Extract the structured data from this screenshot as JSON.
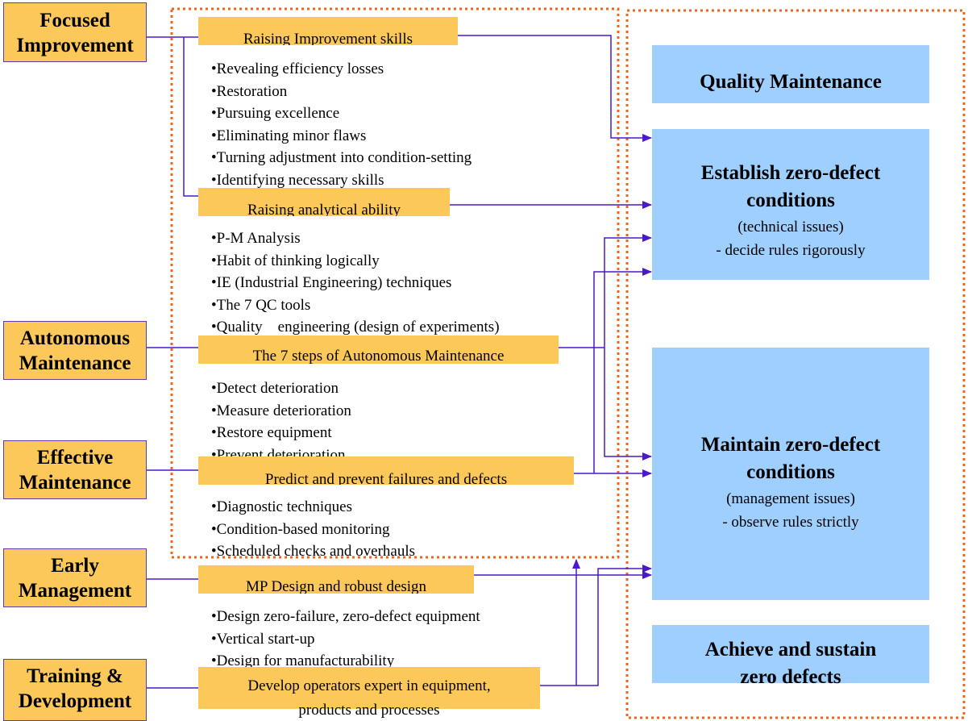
{
  "pillars": {
    "focused": [
      "Focused",
      "Improvement"
    ],
    "autonomous": [
      "Autonomous",
      "Maintenance"
    ],
    "effective": [
      "Effective",
      "Maintenance"
    ],
    "early": [
      "Early",
      "Management"
    ],
    "training": [
      "Training &",
      "Development"
    ]
  },
  "bars": {
    "improvement_skills": "Raising Improvement skills",
    "analytical_ability": "Raising analytical ability",
    "seven_steps": "The 7 steps of Autonomous Maintenance",
    "predict_prevent": "Predict and prevent failures and defects",
    "mp_design": "MP Design and robust design",
    "develop_operators_1": "Develop operators expert in equipment,",
    "develop_operators_2": "products and processes"
  },
  "lists": {
    "improvement_skills": [
      "•Revealing efficiency losses",
      "•Restoration",
      "•Pursuing excellence",
      "•Eliminating minor flaws",
      "•Turning adjustment into condition-setting",
      "•Identifying necessary skills"
    ],
    "analytical_ability": [
      "•P-M Analysis",
      "•Habit of thinking logically",
      "•IE (Industrial Engineering) techniques",
      "•The 7 QC tools",
      "•Quality    engineering (design of experiments)"
    ],
    "seven_steps": [
      "•Detect deterioration",
      "•Measure deterioration",
      "•Restore equipment",
      "•Prevent deterioration"
    ],
    "predict_prevent": [
      "•Diagnostic techniques",
      "•Condition-based monitoring",
      "•Scheduled checks and overhauls"
    ],
    "mp_design": [
      "•Design zero-failure, zero-defect equipment",
      "•Vertical start-up",
      "•Design for manufacturability"
    ]
  },
  "outcomes": {
    "quality_maintenance": "Quality Maintenance",
    "establish_title_1": "Establish zero-defect",
    "establish_title_2": "conditions",
    "establish_sub_1": "(technical issues)",
    "establish_sub_2": "- decide rules rigorously",
    "maintain_title_1": "Maintain zero-defect",
    "maintain_title_2": "conditions",
    "maintain_sub_1": "(management issues)",
    "maintain_sub_2": "- observe rules strictly",
    "achieve_1": "Achieve and sustain",
    "achieve_2": "zero defects"
  },
  "colors": {
    "pillar_fill": "#fcc85a",
    "outcome_fill": "#9fcfff",
    "arrow": "#4b19c8",
    "dotted_border": "#f0641e"
  }
}
